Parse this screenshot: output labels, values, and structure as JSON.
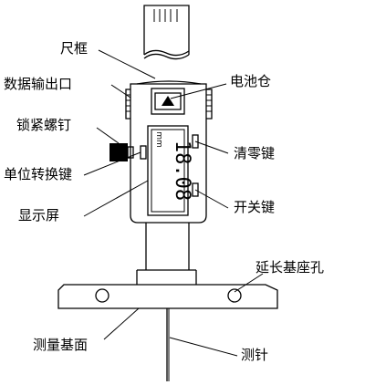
{
  "labels": {
    "frame": "尺框",
    "data_port": "数据输出口",
    "lock_screw": "锁紧螺钉",
    "unit_switch_key": "单位转换键",
    "display": "显示屏",
    "battery": "电池仓",
    "zero_key": "清零键",
    "power_key": "开关键",
    "ext_base_hole": "延长基座孔",
    "base_surface": "测量基面",
    "probe": "测针"
  },
  "screen": {
    "reading": "18.08",
    "unit": "mm"
  }
}
